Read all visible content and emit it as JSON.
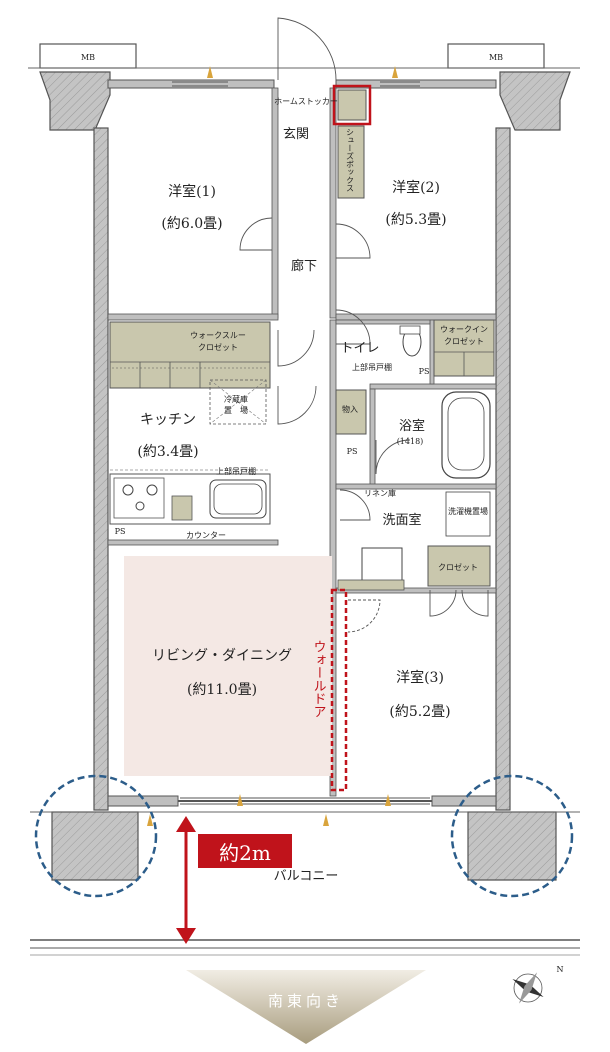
{
  "rooms": {
    "western1": {
      "name": "洋室(1)",
      "size": "(約6.0畳)"
    },
    "western2": {
      "name": "洋室(2)",
      "size": "(約5.3畳)"
    },
    "western3": {
      "name": "洋室(3)",
      "size": "(約5.2畳)"
    },
    "kitchen": {
      "name": "キッチン",
      "size": "(約3.4畳)"
    },
    "living": {
      "name": "リビング・ダイニング",
      "size": "(約11.0畳)"
    },
    "entrance": "玄関",
    "corridor": "廊下",
    "toilet": "トイレ",
    "bath": {
      "name": "浴室",
      "size": "(1418)"
    },
    "washroom": "洗面室",
    "balcony": "バルコニー"
  },
  "storage": {
    "home_stocker": "ホームストッカー",
    "shoes_box": "シューズボックス",
    "walk_through_closet": [
      "ウォークスルー",
      "クロゼット"
    ],
    "walk_in_closet": [
      "ウォークイン",
      "クロゼット"
    ],
    "closet": "クロゼット",
    "upper_cabinet_kitchen": "上部吊戸棚",
    "upper_cabinet_toilet": "上部吊戸棚",
    "fridge_space": [
      "冷蔵庫",
      "置　場"
    ],
    "washer_space": "洗濯機置場",
    "linen": "リネン庫",
    "storage_in": "物入",
    "counter": "カウンター",
    "ps_labels": [
      "PS",
      "PS",
      "PS"
    ],
    "mb_labels": [
      "MB",
      "MB"
    ]
  },
  "highlight": {
    "wall_door": "ウォールドア",
    "depth_value": "約2m"
  },
  "orientation": {
    "label": "南東向き",
    "compass_letter": "N"
  },
  "colors": {
    "wall": "#bfbfbf",
    "wall_stroke": "#555555",
    "closet": "#c9c7ad",
    "living_fill": "#f4e8e4",
    "accent_red": "#c0131b",
    "dashed_blue": "#2c5d8a",
    "arrow_gold": "#8a7a55"
  }
}
